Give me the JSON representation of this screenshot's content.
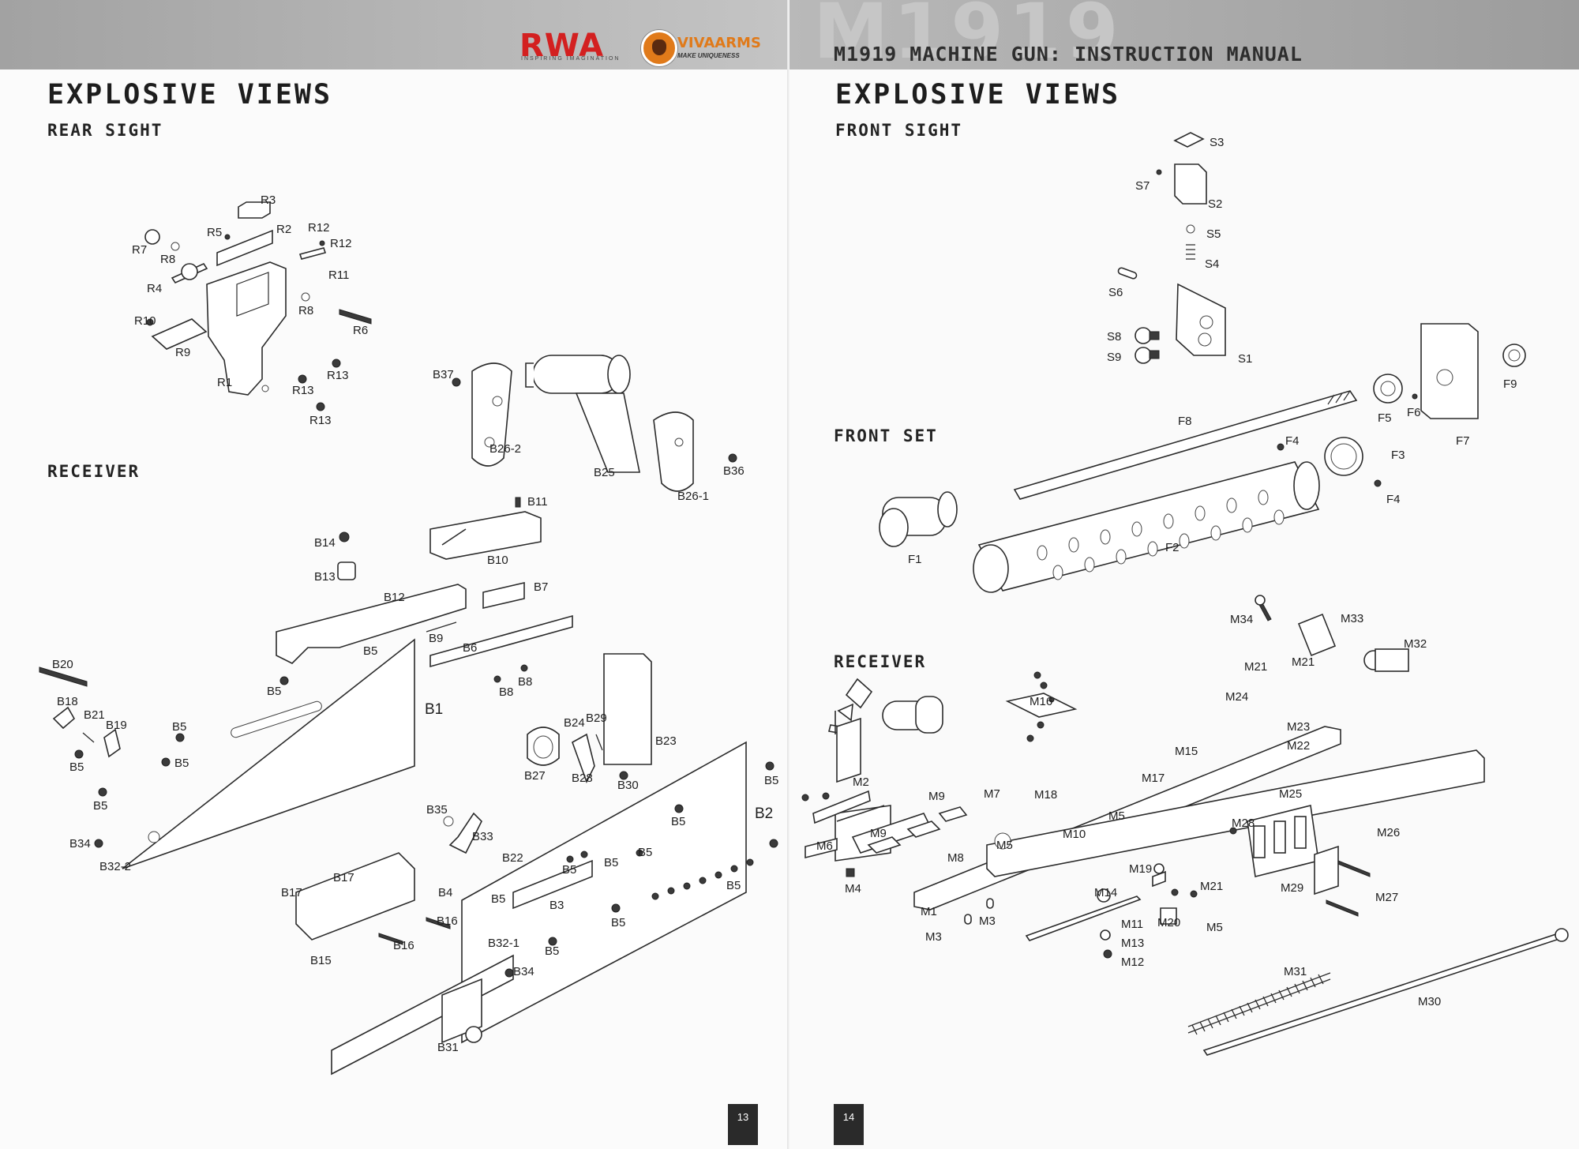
{
  "header": {
    "manual_title": "M1919 MACHINE GUN: INSTRUCTION MANUAL",
    "model_watermark": "M1919",
    "logos": {
      "rwa": "RWA",
      "rwa_tagline": "INSPIRING IMAGINATION",
      "viva": "VIVAARMS",
      "viva_tagline": "MAKE UNIQUENESS"
    }
  },
  "left_page": {
    "title": "EXPLOSIVE VIEWS",
    "page_number": "13",
    "sections": {
      "rear_sight": {
        "title": "REAR SIGHT",
        "labels": [
          "R1",
          "R2",
          "R3",
          "R4",
          "R5",
          "R6",
          "R7",
          "R8",
          "R8",
          "R9",
          "R10",
          "R11",
          "R12",
          "R12",
          "R13",
          "R13",
          "R13"
        ]
      },
      "grip": {
        "labels": [
          "B37",
          "B26-2",
          "B25",
          "B26-1",
          "B36"
        ]
      },
      "receiver": {
        "title": "RECEIVER",
        "labels": [
          "B11",
          "B14",
          "B10",
          "B13",
          "B12",
          "B7",
          "B9",
          "B6",
          "B5",
          "B5",
          "B8",
          "B8",
          "B20",
          "B18",
          "B21",
          "B19",
          "B1",
          "B5",
          "B5",
          "B5",
          "B5",
          "B24",
          "B29",
          "B23",
          "B27",
          "B28",
          "B30",
          "B5",
          "B34",
          "B32-2",
          "B35",
          "B33",
          "B2",
          "B5",
          "B22",
          "B5",
          "B5",
          "B5",
          "B17",
          "B17",
          "B4",
          "B5",
          "B3",
          "B5",
          "B16",
          "B16",
          "B15",
          "B32-1",
          "B5",
          "B5",
          "B34",
          "B31"
        ]
      }
    }
  },
  "right_page": {
    "title": "EXPLOSIVE VIEWS",
    "page_number": "14",
    "sections": {
      "front_sight": {
        "title": "FRONT SIGHT",
        "labels": [
          "S3",
          "S7",
          "S2",
          "S5",
          "S4",
          "S6",
          "S8",
          "S9",
          "S1"
        ]
      },
      "front_set": {
        "title": "FRONT SET",
        "labels": [
          "F9",
          "F8",
          "F6",
          "F5",
          "F7",
          "F4",
          "F3",
          "F4",
          "F1",
          "F2"
        ]
      },
      "receiver": {
        "title": "RECEIVER",
        "labels": [
          "M34",
          "M33",
          "M32",
          "M21",
          "M21",
          "M24",
          "M16",
          "M15",
          "M23",
          "M22",
          "M17",
          "M2",
          "M18",
          "M9",
          "M7",
          "M5",
          "M28",
          "M25",
          "M9",
          "M5",
          "M10",
          "M26",
          "M6",
          "M8",
          "M4",
          "M19",
          "M14",
          "M21",
          "M1",
          "M3",
          "M11",
          "M20",
          "M5",
          "M27",
          "M29",
          "M3",
          "M13",
          "M12",
          "M31",
          "M30"
        ]
      }
    }
  }
}
